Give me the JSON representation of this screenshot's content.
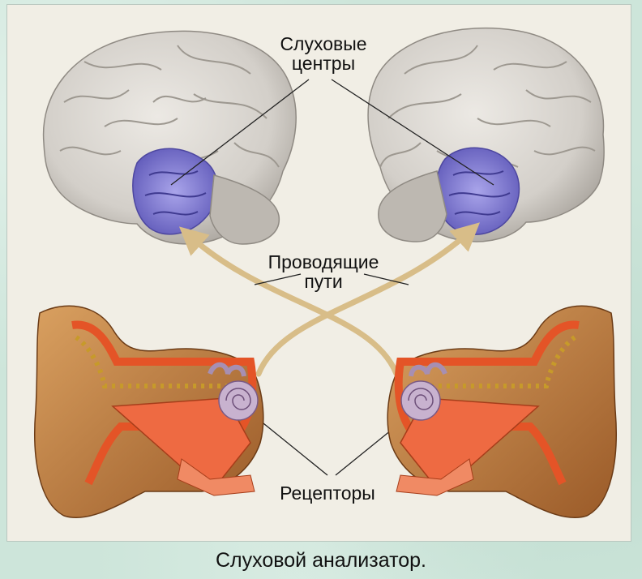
{
  "labels": {
    "auditory_centers_line1": "Слуховые",
    "auditory_centers_line2": "центры",
    "pathways_line1": "Проводящие",
    "pathways_line2": "пути",
    "receptors": "Рецепторы"
  },
  "caption": "Слуховой анализатор.",
  "colors": {
    "brain": "#d6d2cc",
    "auditory_cortex": "#8d88d8",
    "pathway": "#d8bd88",
    "ear_skin": "#c9894a",
    "inner_ear": "#bca4c6",
    "middle_ear": "#e8603a"
  }
}
